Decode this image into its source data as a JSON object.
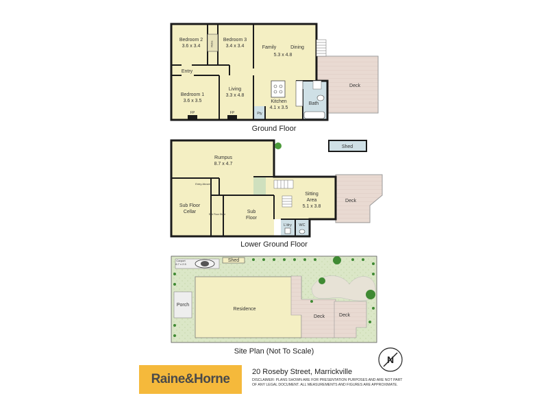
{
  "floors": {
    "ground": {
      "title": "Ground Floor",
      "rooms": {
        "bedroom2": {
          "name": "Bedroom 2",
          "size": "3.6 x 3.4"
        },
        "bedroom3": {
          "name": "Bedroom 3",
          "size": "3.4 x 3.4"
        },
        "robe": "Robe",
        "family": "Family",
        "dining": "Dining",
        "family_size": "5.3 x 4.8",
        "entry": "Entry",
        "bedroom1": {
          "name": "Bedroom 1",
          "size": "3.6 x 3.5"
        },
        "living": {
          "name": "Living",
          "size": "3.3 x 4.8"
        },
        "kitchen": {
          "name": "Kitchen",
          "size": "4.1 x 3.5"
        },
        "bath": "Bath",
        "pty": "Pty",
        "deck": "Deck",
        "fp1": "FP",
        "fp2": "FP"
      }
    },
    "lower": {
      "title": "Lower Ground Floor",
      "rooms": {
        "rumpus": {
          "name": "Rumpus",
          "size": "8.7 x 4.7"
        },
        "entry_above": "Entry Above",
        "subfloor_cellar": {
          "name": "Sub Floor",
          "name2": "Cellar"
        },
        "subfloor_store": "Sub Floor Store",
        "subfloor": {
          "name": "Sub",
          "name2": "Floor"
        },
        "sitting": {
          "name": "Sitting",
          "name2": "Area",
          "size": "5.1 x 3.8"
        },
        "shed": "Shed",
        "deck": "Deck",
        "laundry": "L'dry",
        "wc": "WC"
      }
    },
    "site": {
      "title": "Site Plan (Not To Scale)",
      "rooms": {
        "carport": "Carport",
        "carport_size": "6.7 x 2.5",
        "shed": "Shed",
        "porch": "Porch",
        "residence": "Residence",
        "deck1": "Deck",
        "deck2": "Deck"
      }
    }
  },
  "footer": {
    "brand": "Raine&Horne",
    "address": "20 Roseby Street, Marrickville",
    "disclaimer": "DISCLAIMER: PLANS SHOWN ARE FOR PRESENTATION PURPOSES AND ARE NOT PART OF ANY LEGAL DOCUMENT. ALL MEASUREMENTS AND FIGURES ARE APPROXIMATE.",
    "north": "N"
  },
  "colors": {
    "room": "#f4efc3",
    "wet": "#cfe0e6",
    "deck": "#e6d6cf",
    "wall": "#1a1a1a",
    "grass": "#d6e4bf",
    "brand": "#f5b93b"
  }
}
